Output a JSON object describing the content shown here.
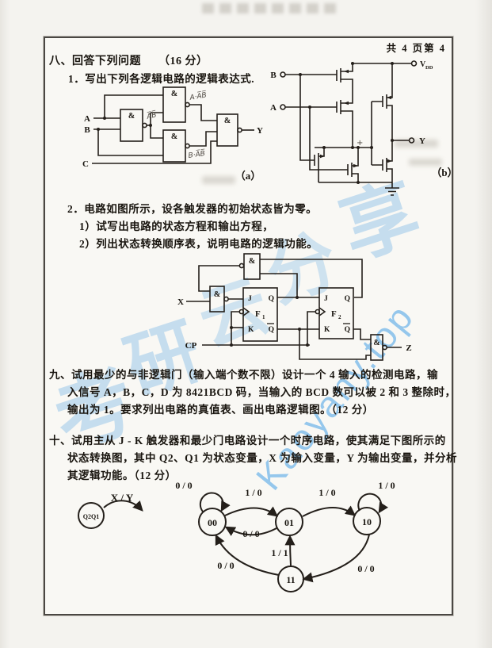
{
  "page": {
    "indicator": "共 4 页第 4"
  },
  "q8": {
    "title": "八、回答下列问题　　（16 分）",
    "item1": "1．写出下列各逻辑电路的逻辑表达式.",
    "item2": "2．电路如图所示，设各触发器的初始状态皆为零。",
    "item2_sub1": "1）试写出电路的状态方程和输出方程，",
    "item2_sub2": "2）列出状态转换顺序表，说明电路的逻辑功能。"
  },
  "q9": {
    "lines": [
      "九、试用最少的与非逻辑门（输入端个数不限）设计一个 4 输入的检测电路，输",
      "入信号 A，B，C，D 为 8421BCD 码，当输入的 BCD 数可以被 2 和 3 整除时，",
      "输出为 1。要求列出电路的真值表、画出电路逻辑图。（12 分）"
    ]
  },
  "q10": {
    "lines": [
      "十、试用主从 J - K 触发器和最少门电路设计一个时序电路，使其满足下图所示的",
      "状态转换图，其中 Q2、Q1 为状态变量，X 为输入变量，Y 为输出变量，并分析",
      "其逻辑功能。（12 分）"
    ]
  },
  "symbols": {
    "nand": "&"
  },
  "circuit_a": {
    "caption": "（a）",
    "inputs": [
      "A",
      "B",
      "C"
    ],
    "output": "Y",
    "annotations": {
      "g1": "A̅B̅",
      "g2": "A·A̅B̅",
      "g3": "B·A̅B̅"
    }
  },
  "circuit_b": {
    "caption": "（b）",
    "input_b": "B",
    "input_a": "A",
    "output": "Y",
    "vdd": "V",
    "vdd_sub": "DD",
    "pencil_plus": "+"
  },
  "ff_circuit": {
    "x_label": "X",
    "cp_label": "CP",
    "z_label": "Z",
    "f1": {
      "name": "F",
      "sub": "1",
      "j": "J",
      "k": "K",
      "q": "Q",
      "qbar": "Q"
    },
    "f2": {
      "name": "F",
      "sub": "2",
      "j": "J",
      "k": "K",
      "q": "Q",
      "qbar": "Q"
    }
  },
  "state_diagram": {
    "legend_state": "Q2Q1",
    "legend_edge": "X / Y",
    "states": [
      "00",
      "01",
      "10",
      "11"
    ],
    "transitions": [
      {
        "from": "00",
        "to": "00",
        "label": "0 / 0"
      },
      {
        "from": "00",
        "to": "01",
        "label": "1 / 0"
      },
      {
        "from": "01",
        "to": "00",
        "label": "0 / 0"
      },
      {
        "from": "01",
        "to": "10",
        "label": "1 / 0"
      },
      {
        "from": "10",
        "to": "10",
        "label": "1 / 0"
      },
      {
        "from": "10",
        "to": "11",
        "label": "0 / 0"
      },
      {
        "from": "11",
        "to": "01",
        "label": "1 / 1"
      },
      {
        "from": "11",
        "to": "00",
        "label": "0 / 0"
      }
    ]
  },
  "watermark": {
    "chars": [
      "考",
      "研",
      "云",
      "分",
      "享"
    ],
    "site": "Kaoyany.top"
  },
  "colors": {
    "ink": "#241f1a",
    "watermark_blue": "#44a0e6",
    "paper": "#f9f8f4"
  }
}
